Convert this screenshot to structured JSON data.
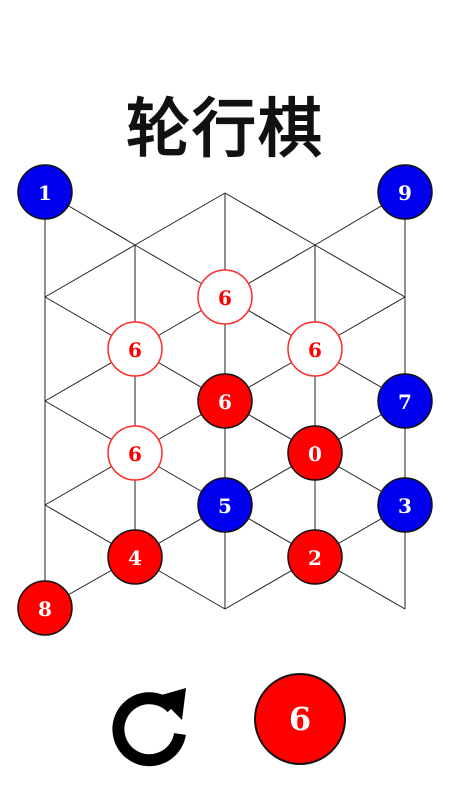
{
  "title": "轮行棋",
  "colors": {
    "red": "#ff0000",
    "blue": "#0000ee",
    "hint_outline": "#ff2a2a",
    "line": "#222222"
  },
  "pieces": [
    {
      "id": "b1",
      "label": "1",
      "color": "blue",
      "style": "solid"
    },
    {
      "id": "b9",
      "label": "9",
      "color": "blue",
      "style": "solid"
    },
    {
      "id": "h6a",
      "label": "6",
      "color": "red",
      "style": "hint"
    },
    {
      "id": "h6b",
      "label": "6",
      "color": "red",
      "style": "hint"
    },
    {
      "id": "h6c",
      "label": "6",
      "color": "red",
      "style": "hint"
    },
    {
      "id": "r6",
      "label": "6",
      "color": "red",
      "style": "solid"
    },
    {
      "id": "b7",
      "label": "7",
      "color": "blue",
      "style": "solid"
    },
    {
      "id": "h6d",
      "label": "6",
      "color": "red",
      "style": "hint"
    },
    {
      "id": "r0",
      "label": "0",
      "color": "red",
      "style": "solid"
    },
    {
      "id": "b5",
      "label": "5",
      "color": "blue",
      "style": "solid"
    },
    {
      "id": "b3",
      "label": "3",
      "color": "blue",
      "style": "solid"
    },
    {
      "id": "r4",
      "label": "4",
      "color": "red",
      "style": "solid"
    },
    {
      "id": "r2",
      "label": "2",
      "color": "red",
      "style": "solid"
    },
    {
      "id": "r8",
      "label": "8",
      "color": "red",
      "style": "solid"
    }
  ],
  "controls": {
    "restart_icon": "restart-arrow-icon",
    "current_piece_label": "6",
    "current_piece_color": "red"
  }
}
